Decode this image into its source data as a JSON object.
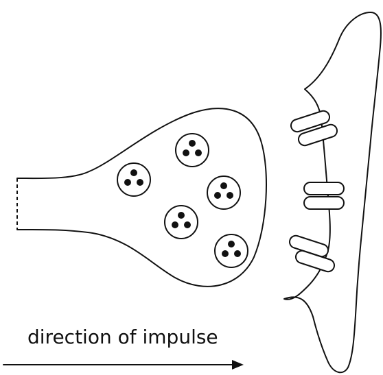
{
  "diagram": {
    "caption": "direction of impulse",
    "colors": {
      "line": "#111111",
      "background": "#ffffff"
    },
    "parts": {
      "presynaptic_terminal": "outline-shape",
      "vesicles": 5,
      "receptors": 3,
      "postsynaptic_membrane": "outline-shape",
      "arrow": "right-arrow"
    }
  }
}
